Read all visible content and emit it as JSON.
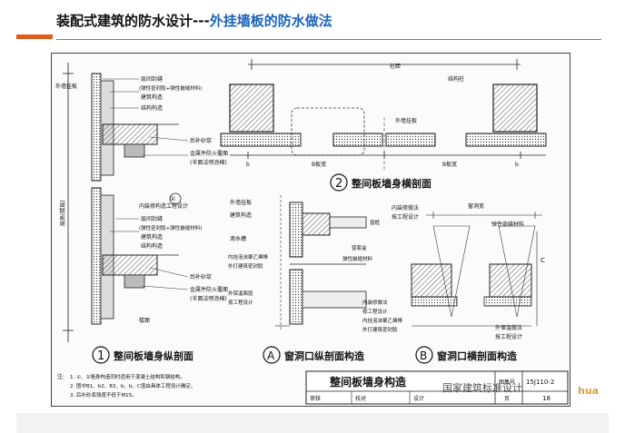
{
  "header": {
    "title_main": "装配式建筑的防水设计---",
    "title_sub": "外挂墙板的防水做法",
    "accent_color": "#e05a1e",
    "sub_color": "#1a63b8"
  },
  "drawing": {
    "left_labels": [
      "外墙挂板",
      "层间封缝",
      "(弹性密封胶+弹性嵌缝材料)",
      "建筑构造",
      "结构构造",
      "后补砂浆",
      "金属件防火覆面",
      "(半面法喷涂棉)",
      "内装修构造工程设计",
      "层间封缝",
      "(弹性密封胶+弹性嵌缝材料)",
      "建筑构造",
      "结构构造",
      "后补砂浆",
      "金属件防火覆面",
      "(半面法喷涂棉)"
    ],
    "left_dims": [
      "层高(楼层)",
      "楼面",
      "①"
    ],
    "s1_number": "1",
    "s1_title": "整间板墙身纵剖面",
    "s2_number": "2",
    "s2_title": "整间板墙身横剖面",
    "s2_labels": [
      "柱距",
      "结构柱",
      "外墙挂板",
      "B板宽",
      "B板宽",
      "b",
      "b"
    ],
    "a_letter": "A",
    "a_title": "窗洞口纵剖面构造",
    "a_labels": [
      "外墙挂板",
      "建筑构造",
      "滴水槽",
      "内挂泡沫聚乙烯棒",
      "外打建筑密封胶",
      "外保温面层",
      "按工程设计",
      "窗套盒",
      "弹性嵌缝材料",
      "窗框",
      "内装修做法",
      "按工程设计",
      "内挂泡沫聚乙烯棒",
      "外打建筑密封胶"
    ],
    "b_letter": "B",
    "b_title": "窗洞口横剖面构造",
    "b_labels": [
      "内装修做法",
      "按工程设计",
      "窗洞宽",
      "弹性嵌缝材料",
      "外保温做法",
      "按工程设计",
      "C"
    ],
    "notes_label": "注:",
    "notes": [
      "1. ①、②墙身构造同时适用于混凝土结构和钢结构。",
      "2. 图中B1、b2、B3、b、b、C值由具体工程设计确定。",
      "3. 后补砂浆强度不低于M15。"
    ],
    "title_block": {
      "name": "整间板墙身构造",
      "atlas_label": "图集号",
      "atlas_no": "15J110-2",
      "page_label": "页",
      "page_no": "18",
      "roles": [
        "审核",
        "校对",
        "设计"
      ]
    },
    "watermark": "国家建筑标准设计",
    "watermark_right": "hua"
  }
}
